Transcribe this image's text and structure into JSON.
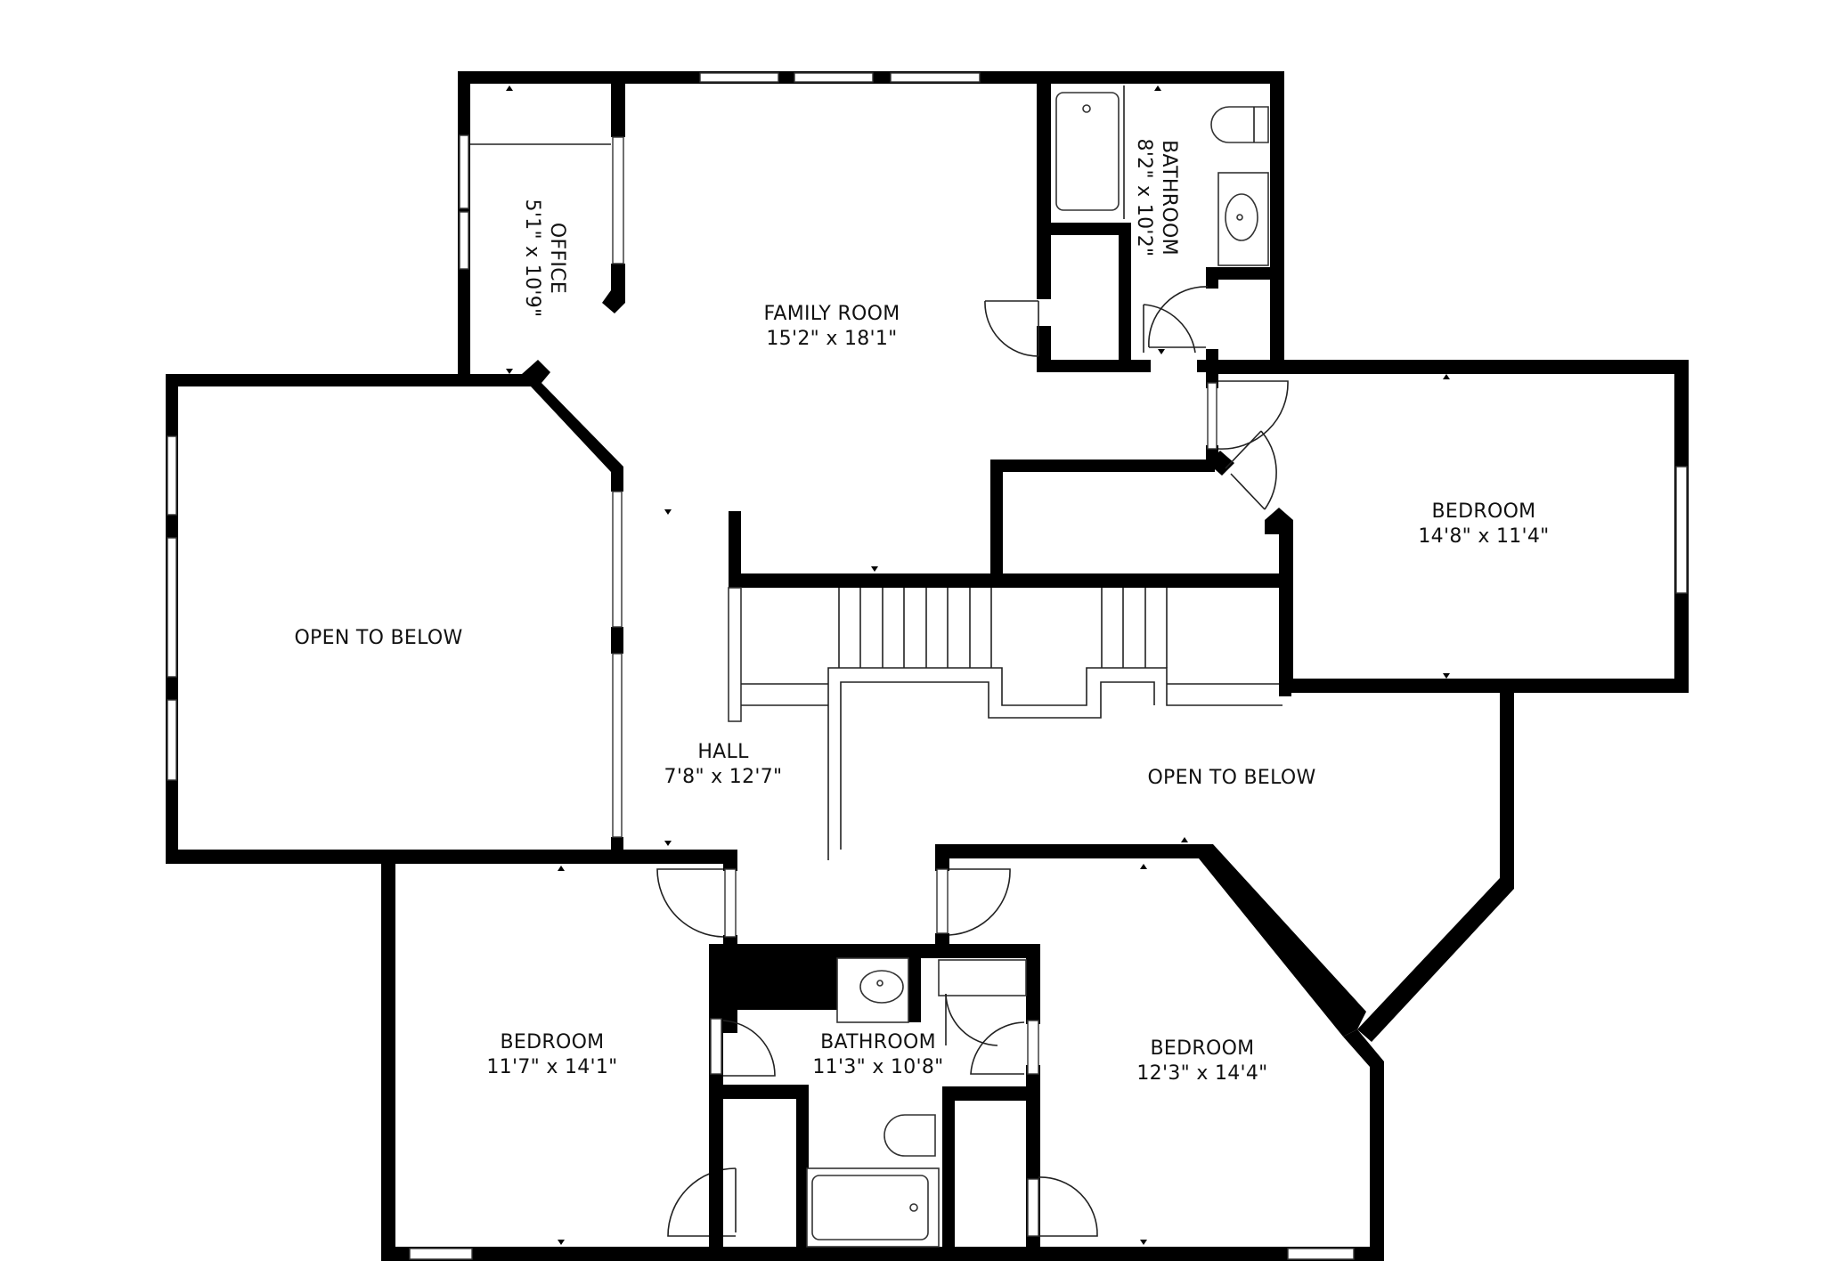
{
  "floor_plan": {
    "background_color": "#ffffff",
    "wall_color": "#000000",
    "rooms": [
      {
        "id": "office",
        "name": "OFFICE",
        "dimensions": "5'1\" x 10'9\"",
        "orientation": "vertical"
      },
      {
        "id": "family-room",
        "name": "FAMILY ROOM",
        "dimensions": "15'2\" x 18'1\""
      },
      {
        "id": "bathroom-upper",
        "name": "BATHROOM",
        "dimensions": "8'2\" x 10'2\"",
        "orientation": "vertical"
      },
      {
        "id": "bedroom-east",
        "name": "BEDROOM",
        "dimensions": "14'8\" x 11'4\""
      },
      {
        "id": "open-to-below-west",
        "name": "OPEN TO BELOW",
        "dimensions": ""
      },
      {
        "id": "hall",
        "name": "HALL",
        "dimensions": "7'8\" x 12'7\""
      },
      {
        "id": "open-to-below-center",
        "name": "OPEN TO BELOW",
        "dimensions": ""
      },
      {
        "id": "bedroom-southwest",
        "name": "BEDROOM",
        "dimensions": "11'7\" x 14'1\""
      },
      {
        "id": "bathroom-lower",
        "name": "BATHROOM",
        "dimensions": "11'3\" x 10'8\""
      },
      {
        "id": "bedroom-southeast",
        "name": "BEDROOM",
        "dimensions": "12'3\" x 14'4\""
      }
    ]
  }
}
